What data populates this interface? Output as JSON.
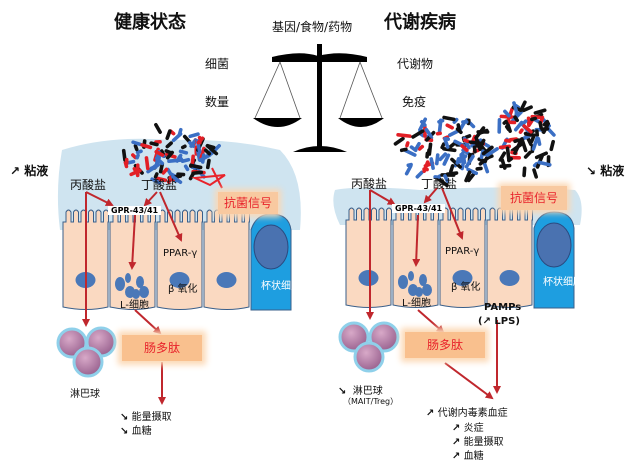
{
  "left_title": "健康状态",
  "right_title": "代谢疾病",
  "balance": {
    "top": "基因/食物/药物",
    "left_upper": "细菌",
    "left_lower": "数量",
    "right_upper": "代谢物",
    "right_lower": "免疫"
  },
  "left_panel": {
    "mucus_label": "粘液",
    "mucus_trend": "↗",
    "propionate": "丙酸盐",
    "butyrate": "丁酸盐",
    "gpr": "GPR-43/41",
    "ppar": "PPAR-γ",
    "beta_ox": "β 氧化",
    "antimicrobial": "抗菌信号",
    "goblet": "杯状细胞",
    "l_cell": "L-细胞",
    "lymphocyte": "淋巴球",
    "peptide": "肠多肽",
    "outcomes": [
      {
        "trend": "↘",
        "text": "能量摄取"
      },
      {
        "trend": "↘",
        "text": "血糖"
      }
    ]
  },
  "right_panel": {
    "mucus_label": "粘液",
    "mucus_trend": "↘",
    "propionate": "丙酸盐",
    "butyrate": "丁酸盐",
    "gpr": "GPR-43/41",
    "ppar": "PPAR-γ",
    "beta_ox": "β 氧化",
    "antimicrobial": "抗菌信号",
    "goblet": "杯状细胞",
    "l_cell": "L-细胞",
    "pamps": "PAMPs",
    "lps": "(↗ LPS)",
    "lymphocyte_trend": "↘",
    "lymphocyte": "淋巴球",
    "lymphocyte_sub": "（MAIT/Treg）",
    "peptide": "肠多肽",
    "endotoxemia_trend": "↗",
    "endotoxemia": "代谢内毒素血症",
    "outcomes": [
      {
        "trend": "↗",
        "text": "炎症"
      },
      {
        "trend": "↗",
        "text": "能量摄取"
      },
      {
        "trend": "↗",
        "text": "血糖"
      }
    ]
  },
  "colors": {
    "mucus": "#cfe4f0",
    "cell": "#fad9c1",
    "cell_border": "#3a5f8a",
    "nucleus": "#4a78b8",
    "goblet": "#1e9ee0",
    "arrow": "#c0272d",
    "lymph": "#b07aa0"
  }
}
